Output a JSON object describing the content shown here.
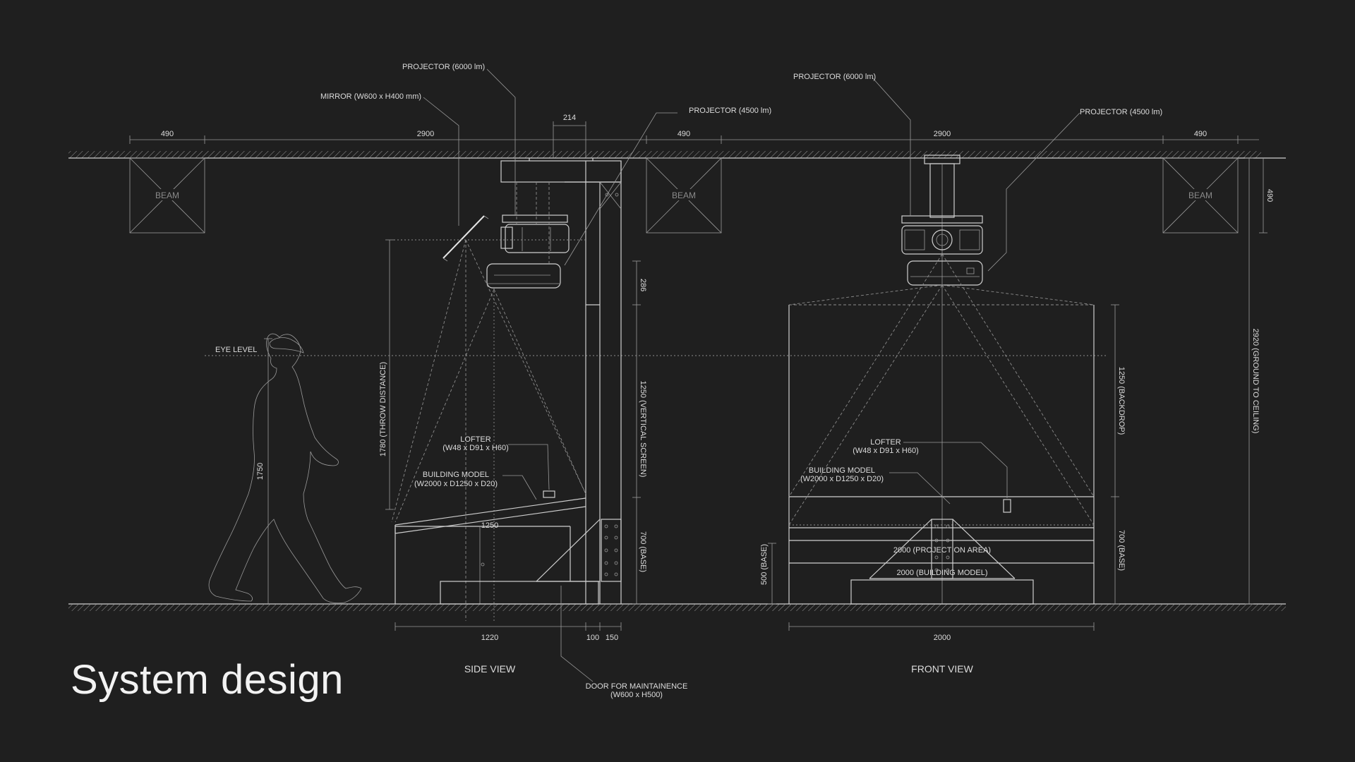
{
  "title": "System design",
  "views": {
    "side": "SIDE VIEW",
    "front": "FRONT VIEW"
  },
  "beams": [
    "BEAM",
    "BEAM",
    "BEAM"
  ],
  "top_dimensions": {
    "d1": "490",
    "d2": "2900",
    "d3": "490",
    "d4": "2900",
    "d5": "490",
    "d214": "214"
  },
  "side_labels": {
    "projector_6000": "PROJECTOR (6000 lm)",
    "mirror": "MIRROR (W600 x H400 mm)",
    "projector_4500": "PROJECTOR (4500 lm)",
    "eye_level": "EYE LEVEL",
    "throw_distance": "1780 (THROW DISTANCE)",
    "person_height": "1750",
    "lofter_line1": "LOFTER",
    "lofter_line2": "(W48 x D91 x H60)",
    "model_line1": "BUILDING MODEL",
    "model_line2": "(W2000 x D1250 x D20)",
    "d1250_model": "1250",
    "d286": "286",
    "vertical_screen": "1250 (VERTICAL SCREEN)",
    "base": "700 (BASE)",
    "bottom_1220": "1220",
    "bottom_100": "100",
    "bottom_150": "150",
    "door_line1": "DOOR FOR MAINTAINENCE",
    "door_line2": "(W600 x H500)"
  },
  "front_labels": {
    "projector_6000": "PROJECTOR (6000 lm)",
    "projector_4500": "PROJECTOR (4500 lm)",
    "backdrop": "1250 (BACKDROP)",
    "ceiling": "2920 (GROUND TO CEILING)",
    "d490": "490",
    "lofter_line1": "LOFTER",
    "lofter_line2": "(W48 x D91 x H60)",
    "model_line1": "BUILDING MODEL",
    "model_line2": "(W2000 x D1250 x D20)",
    "projection_area": "2000 (PROJECTION AREA)",
    "building_model": "2000 (BUILDING MODEL)",
    "base": "700 (BASE)",
    "d500_base": "500 (BASE)",
    "bottom_2000": "2000"
  },
  "colors": {
    "background": "#1f1f1f",
    "line": "#cfcfcf",
    "text": "#dcdcdc"
  }
}
